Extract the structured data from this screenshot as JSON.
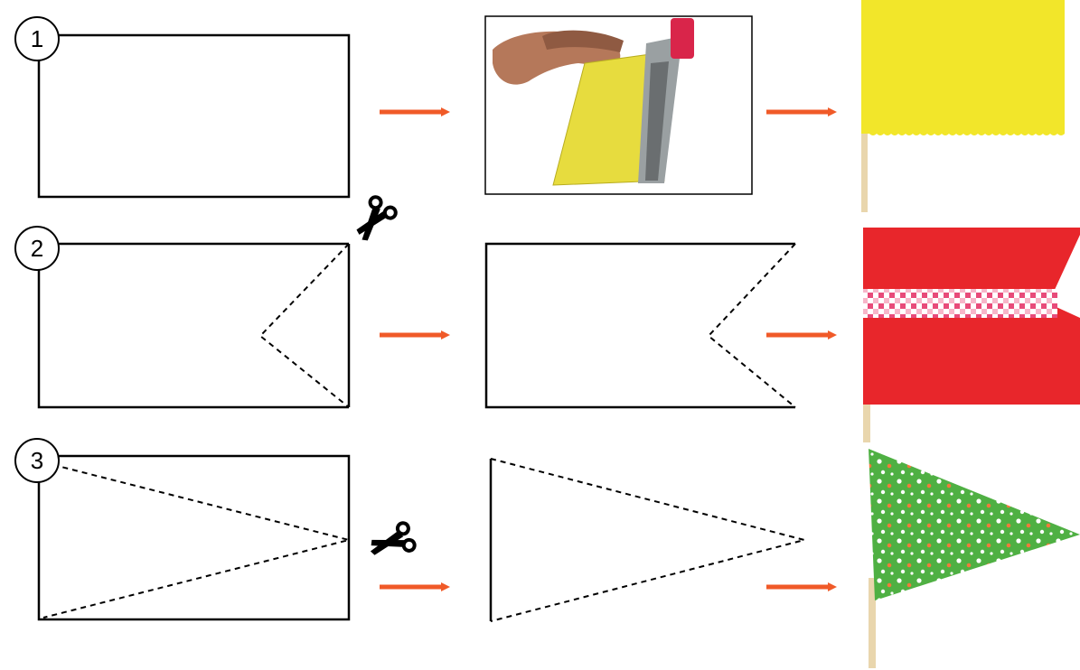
{
  "steps": [
    {
      "number": "1",
      "method": "straight-rectangle",
      "flag_color": "yellow",
      "flag_hex": "#f2e62a"
    },
    {
      "number": "2",
      "method": "v-notch-cut",
      "flag_color": "red",
      "flag_hex": "#e8262b"
    },
    {
      "number": "3",
      "method": "triangle-cut",
      "flag_color": "green",
      "flag_hex": "#4fb043"
    }
  ],
  "colors": {
    "arrow": "#f05a28",
    "outline": "#000000",
    "paper_yellow": "#e7dc3e",
    "ribbon_white": "#ffffff",
    "ribbon_pink": "#e84b7a",
    "dot_white": "#ffffff",
    "dot_orange": "#f07a3a",
    "stick": "#e9d6ad"
  },
  "icons": [
    "scissors-icon",
    "arrow-right-icon",
    "pinking-shears-photo"
  ]
}
